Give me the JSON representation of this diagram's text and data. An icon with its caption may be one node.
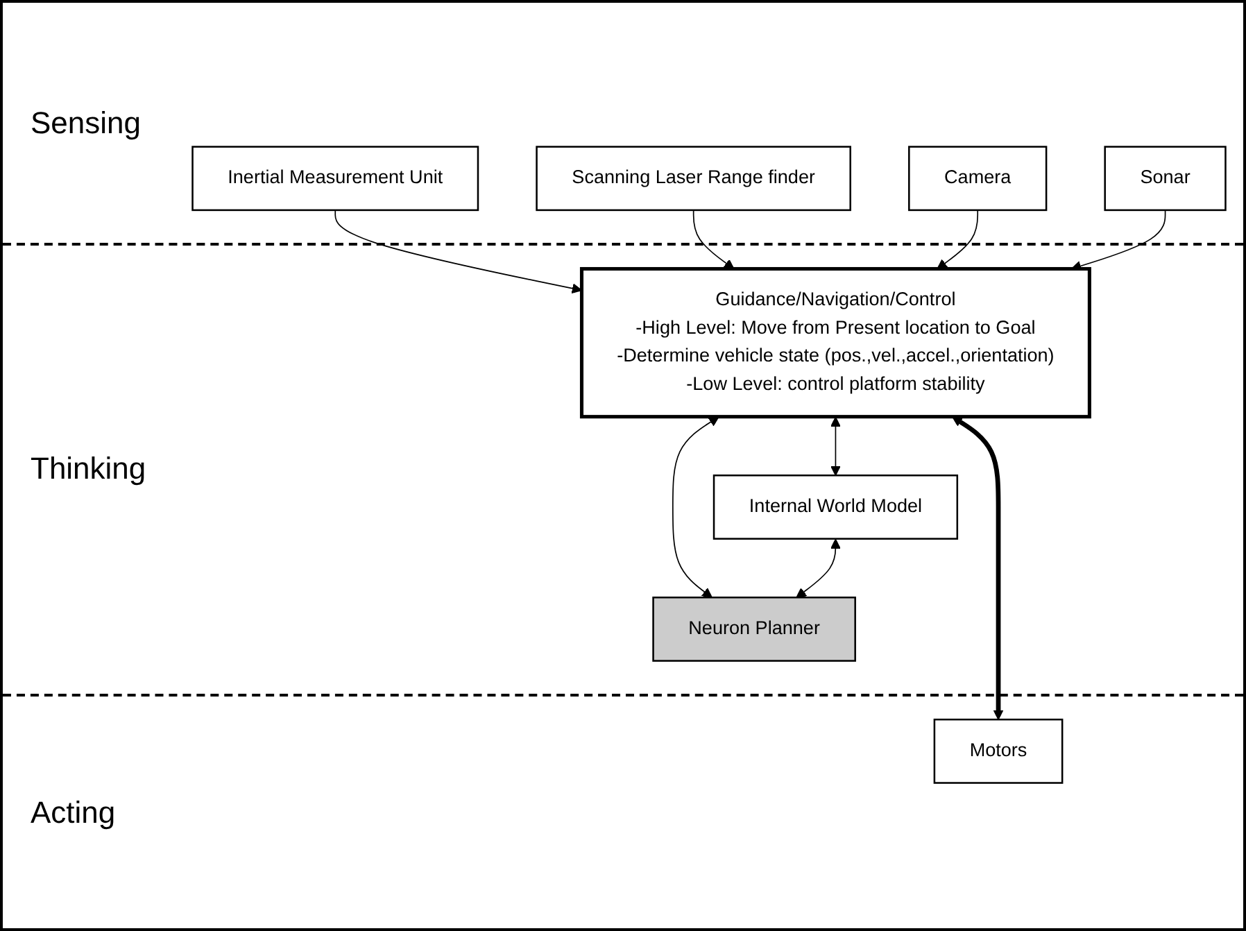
{
  "diagram": {
    "nodes": [
      {
        "text": [
          "Inertial Measurement Unit"
        ]
      },
      {
        "text": [
          "Scanning Laser Range finder"
        ]
      },
      {
        "text": [
          "Camera"
        ]
      },
      {
        "text": [
          "Sonar"
        ]
      },
      {
        "text": [
          "Guidance/Navigation/Control",
          "-High Level: Move from Present location to Goal",
          "-Determine vehicle state (pos.,vel.,accel.,orientation)",
          "-Low Level: control platform stability"
        ]
      },
      {
        "text": [
          "Internal World Model"
        ]
      },
      {
        "text": [
          "Neuron Planner"
        ]
      },
      {
        "text": [
          "Motors"
        ]
      }
    ],
    "edges": [
      {
        "from": 0,
        "to": 4,
        "arrow": "to"
      },
      {
        "from": 1,
        "to": 4,
        "arrow": "to"
      },
      {
        "from": 2,
        "to": 4,
        "arrow": "to"
      },
      {
        "from": 3,
        "to": 4,
        "arrow": "to"
      },
      {
        "from": 4,
        "to": 5,
        "arrow": "both"
      },
      {
        "from": 4,
        "to": 6,
        "arrow": "both"
      },
      {
        "from": 5,
        "to": 6,
        "arrow": "both"
      },
      {
        "from": 4,
        "to": 7,
        "arrow": "both",
        "style": "thick"
      }
    ],
    "labels": [
      "Sensing",
      "Thinking",
      "Acting"
    ]
  }
}
